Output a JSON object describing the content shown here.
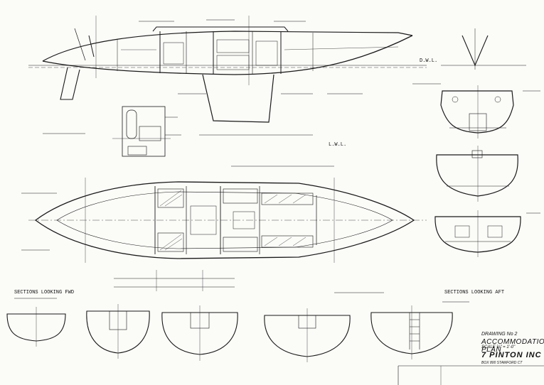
{
  "sheet": {
    "ink_color": "#1a1a1a",
    "paper_color": "#fbfbf8"
  },
  "title_block": {
    "drawing_label": "DRAWING No 2",
    "title": "ACCOMMODATION PLAN",
    "firm": "7 PINTON INC",
    "scale": "SCALE  ½\" = 1'-0\"",
    "address": "BOX 800   STAMFORD  CT"
  },
  "labels": {
    "sections_left": "SECTIONS LOOKING FWD",
    "sections_right": "SECTIONS LOOKING AFT",
    "lwl": "L.W.L.",
    "dwl": "D.W.L."
  }
}
